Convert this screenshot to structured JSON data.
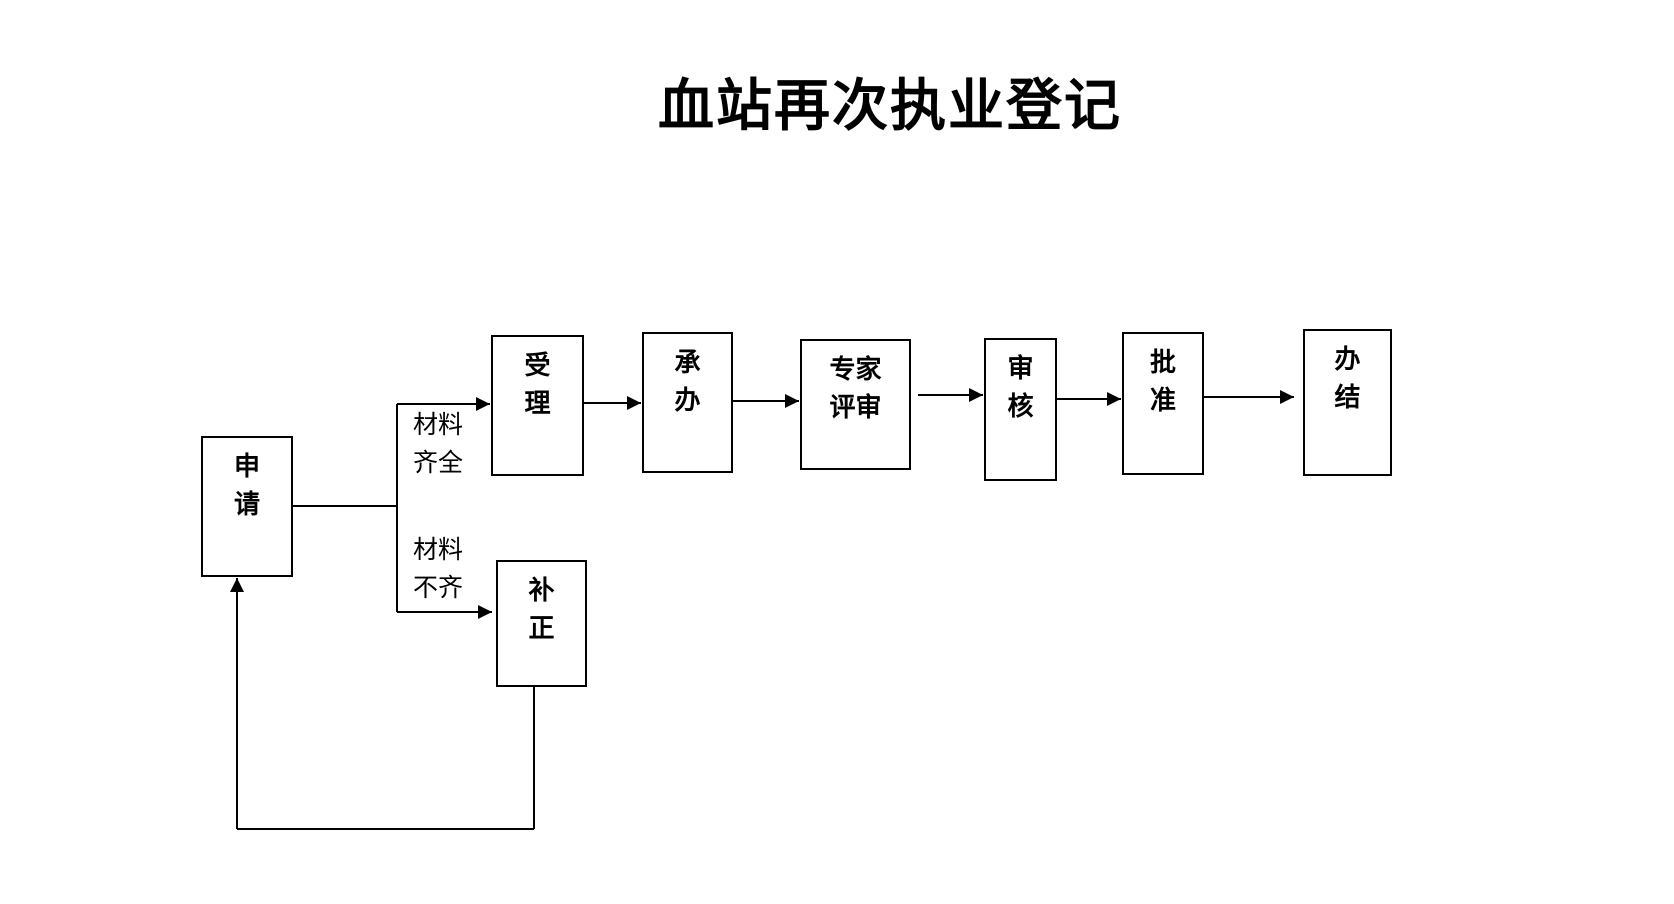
{
  "title": "血站再次执业登记",
  "nodes": {
    "apply": {
      "line1": "申",
      "line2": "请"
    },
    "accept": {
      "line1": "受",
      "line2": "理"
    },
    "handle": {
      "line1": "承",
      "line2": "办"
    },
    "expert": {
      "line1": "专家",
      "line2": "评审"
    },
    "review": {
      "line1": "审",
      "line2": "核"
    },
    "approve": {
      "line1": "批",
      "line2": "准"
    },
    "complete": {
      "line1": "办",
      "line2": "结"
    },
    "correct": {
      "line1": "补",
      "line2": "正"
    }
  },
  "conditions": {
    "complete_materials": {
      "line1": "材料",
      "line2": "齐全"
    },
    "incomplete_materials": {
      "line1": "材料",
      "line2": "不齐"
    }
  }
}
